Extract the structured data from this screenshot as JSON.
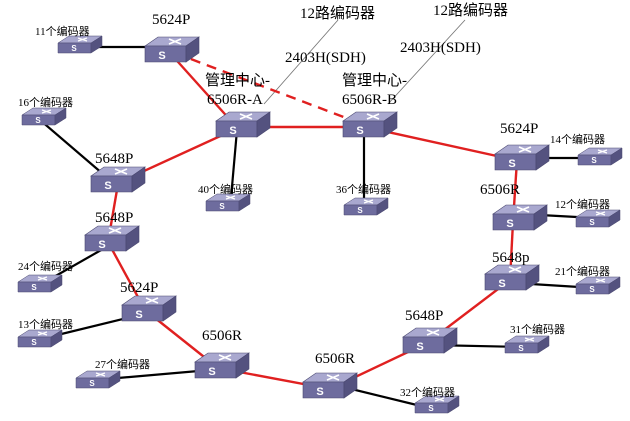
{
  "colors": {
    "ring": "#e02020",
    "link": "#000000",
    "thin": "#777777",
    "switch_top": "#a9a8cf",
    "switch_front": "#6e6c9e",
    "switch_side": "#54527f"
  },
  "icons": {
    "switch": "network-switch-icon"
  },
  "labels": {
    "sw_5624p_top": "5624P",
    "enc_11": "11个编码器",
    "enc_12lu_a": "12路编码器",
    "enc_12lu_b": "12路编码器",
    "sdh_a": "2403H(SDH)",
    "sdh_b": "2403H(SDH)",
    "mgmt_a_line1": "管理中心-",
    "mgmt_a_line2": "6506R-A",
    "mgmt_b_line1": "管理中心-",
    "mgmt_b_line2": "6506R-B",
    "enc_16": "16个编码器",
    "sw_5648p_a": "5648P",
    "enc_40": "40个编码器",
    "enc_36": "36个编码器",
    "sw_5624p_right": "5624P",
    "enc_14": "14个编码器",
    "sw_6506r_right": "6506R",
    "enc_12": "12个编码器",
    "sw_5648p_b": "5648P",
    "enc_24": "24个编码器",
    "sw_5648p_right": "5648p",
    "enc_21": "21个编码器",
    "sw_5624p_left": "5624P",
    "enc_13": "13个编码器",
    "sw_6506r_mid": "6506R",
    "enc_27": "27个编码器",
    "sw_5648p_bottom": "5648P",
    "enc_31": "31个编码器",
    "sw_6506r_bottom": "6506R",
    "enc_32": "32个编码器"
  }
}
